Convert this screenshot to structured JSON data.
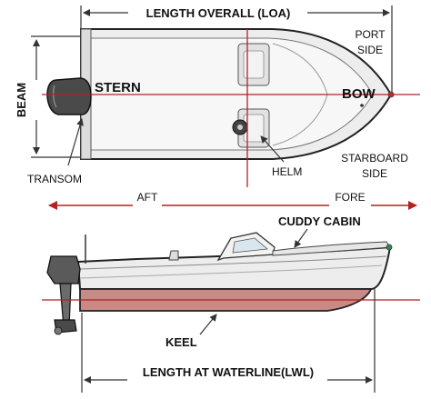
{
  "labels": {
    "length_overall": "LENGTH OVERALL (LOA)",
    "port_side_line1": "PORT",
    "port_side_line2": "SIDE",
    "beam": "BEAM",
    "stern": "STERN",
    "bow": "BOW",
    "transom": "TRANSOM",
    "helm": "HELM",
    "starboard_line1": "STARBOARD",
    "starboard_line2": "SIDE",
    "aft": "AFT",
    "fore": "FORE",
    "cuddy_cabin": "CUDDY CABIN",
    "keel": "KEEL",
    "length_waterline": "LENGTH AT WATERLINE(LWL)"
  },
  "colors": {
    "centerline": "#b22222",
    "hull_fill": "#ededed",
    "keel_fill": "#c98a86",
    "outline": "#222222",
    "dimension": "#333333",
    "motor": "#4a4a4a"
  }
}
